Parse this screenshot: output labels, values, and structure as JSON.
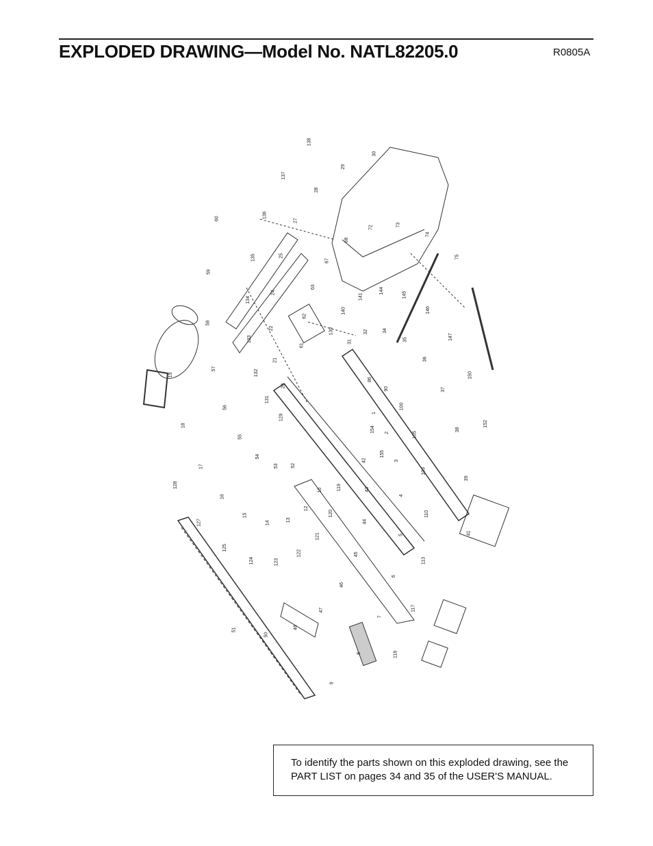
{
  "header": {
    "title": "EXPLODED DRAWING—Model No. NATL82205.0",
    "code": "R0805A"
  },
  "drawing": {
    "callouts": [
      "1",
      "2",
      "3",
      "4",
      "5",
      "6",
      "7",
      "8",
      "9",
      "10",
      "12",
      "13",
      "14",
      "15",
      "16",
      "17",
      "18",
      "19",
      "20",
      "21",
      "22",
      "24",
      "25",
      "27",
      "28",
      "29",
      "30",
      "31",
      "32",
      "34",
      "35",
      "36",
      "37",
      "38",
      "39",
      "41",
      "42",
      "43",
      "44",
      "45",
      "46",
      "47",
      "48",
      "50",
      "51",
      "52",
      "53",
      "54",
      "55",
      "56",
      "57",
      "58",
      "59",
      "60",
      "61",
      "62",
      "63",
      "67",
      "68",
      "72",
      "73",
      "74",
      "75",
      "86",
      "90",
      "100",
      "105",
      "109",
      "110",
      "113",
      "117",
      "118",
      "119",
      "120",
      "121",
      "122",
      "123",
      "124",
      "125",
      "127",
      "128",
      "129",
      "131",
      "132",
      "133",
      "134",
      "135",
      "136",
      "137",
      "138",
      "139",
      "140",
      "141",
      "144",
      "145",
      "146",
      "147",
      "150",
      "152",
      "154",
      "155"
    ]
  },
  "note": {
    "text": "To identify the parts shown on this exploded drawing, see the PART LIST on pages 34 and 35 of the USER'S MANUAL."
  }
}
